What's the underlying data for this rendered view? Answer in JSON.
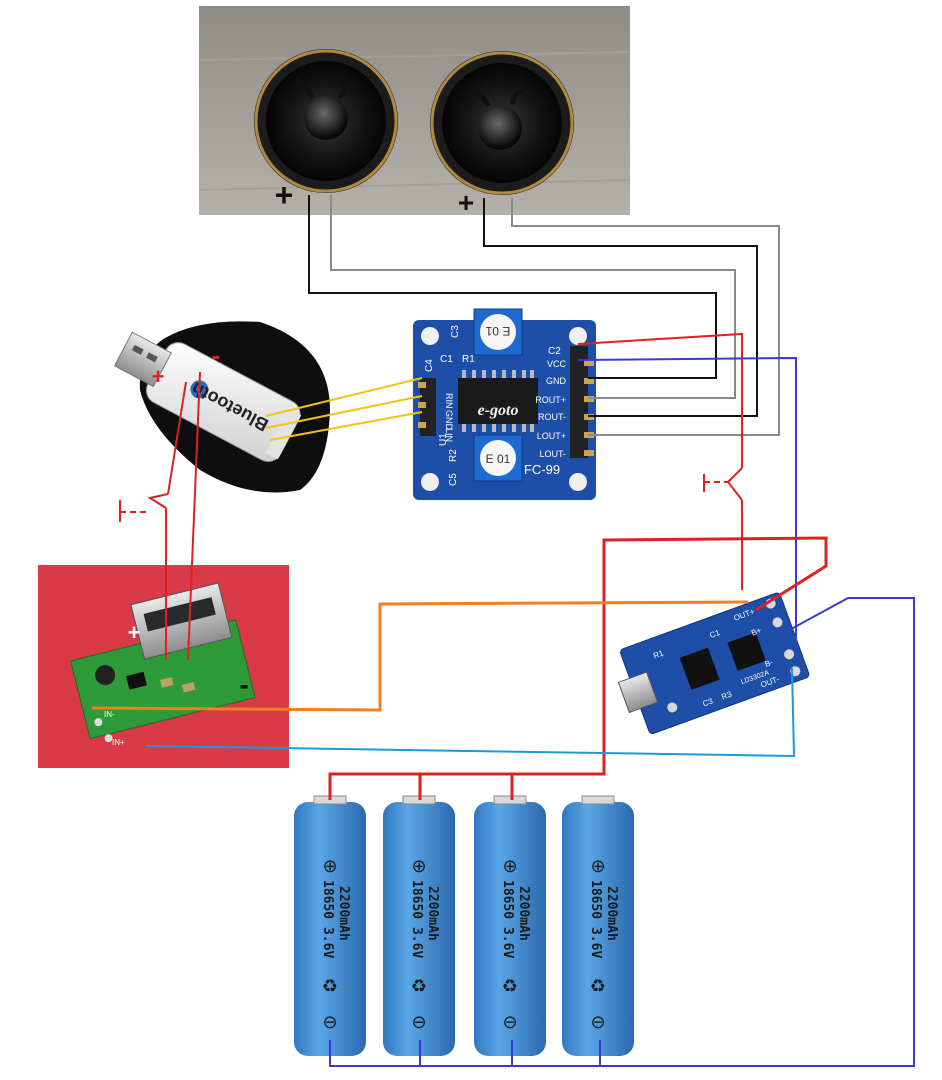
{
  "speakers": {
    "left_polarity": "+",
    "right_polarity": "+"
  },
  "bluetooth": {
    "brand_text": "Bluetooth",
    "plus": "+",
    "minus": "-"
  },
  "amplifier": {
    "chip_text": "e-goto",
    "model_text": "FC-99",
    "component_labels": {
      "c3": "C3",
      "c4": "C4",
      "c2": "C2",
      "c1": "C1",
      "c5": "C5",
      "r1": "R1",
      "u1": "U1",
      "r2": "R2",
      "pot_top": "E 01",
      "pot_bottom": "E 01"
    },
    "left_pins": [
      "RIN",
      "GND",
      "LIN"
    ],
    "right_pins": [
      "VCC",
      "GND",
      "ROUT+",
      "ROUT-",
      "LOUT+",
      "LOUT-"
    ]
  },
  "boost": {
    "plus_label": "+",
    "minus_label": "-",
    "in_minus": "IN-",
    "in_plus": "IN+"
  },
  "charger": {
    "labels": [
      "OUT+",
      "B+",
      "B-",
      "OUT-",
      "R1",
      "C1",
      "C3",
      "R3"
    ],
    "chip_text": "LD3302A"
  },
  "batteries": {
    "line1": "18650 3.6V",
    "line2": "2200mAh",
    "plus_symbol": "⊕",
    "minus_symbol": "⊖",
    "count": 4
  },
  "colors": {
    "wire_black": "#111111",
    "wire_gray": "#8a8a8a",
    "wire_red": "#e02020",
    "wire_blue": "#3a3ad0",
    "wire_orange": "#f08020",
    "wire_yellow": "#f2c21a",
    "wire_lightblue": "#1a9ad8",
    "pcb_blue": "#1d4fa8",
    "pcb_green": "#2f9a3a",
    "battery_blue": "#3f8ed1"
  }
}
